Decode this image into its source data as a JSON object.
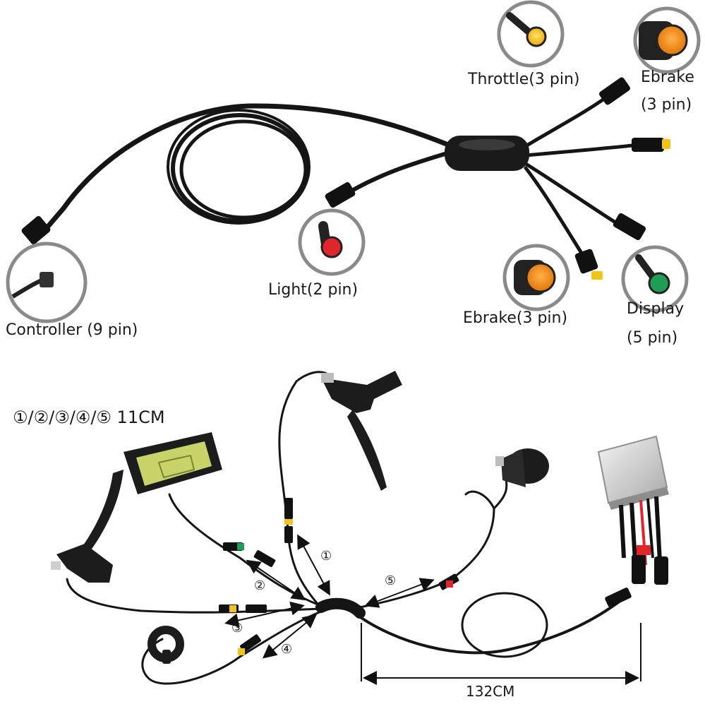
{
  "top_panel": {
    "labels": {
      "throttle": "Throttle(3 pin)",
      "ebrake_top_line1": "Ebrake",
      "ebrake_top_line2": "(3 pin)",
      "light": "Light(2 pin)",
      "controller": "Controller (9 pin)",
      "ebrake_bottom": "Ebrake(3 pin)",
      "display_line1": "Display",
      "display_line2": "(5 pin)"
    }
  },
  "bottom_panel": {
    "legend": "①/②/③/④/⑤   11CM",
    "arrows": [
      "①",
      "②",
      "③",
      "④",
      "⑤"
    ],
    "length": "132CM"
  },
  "colors": {
    "cable": "#151515",
    "connector_yellow": "#f2c318",
    "connector_orange": "#f08a1c",
    "connector_red": "#e0262c",
    "connector_green": "#1f9c55",
    "display_screen": "#c8d36a",
    "circle_border": "#8a8a8a"
  }
}
